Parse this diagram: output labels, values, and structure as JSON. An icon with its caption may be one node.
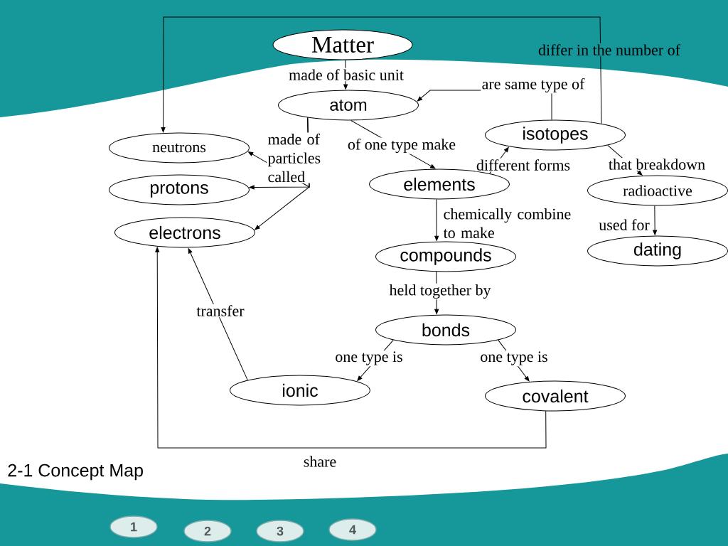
{
  "diagram": {
    "title": "2-1 Concept Map",
    "nodes": [
      {
        "text": [
          "Matter"
        ]
      },
      {
        "text": [
          "atom"
        ]
      },
      {
        "text": [
          "neutrons"
        ]
      },
      {
        "text": [
          "protons"
        ]
      },
      {
        "text": [
          "electrons"
        ]
      },
      {
        "text": [
          "elements"
        ]
      },
      {
        "text": [
          "isotopes"
        ]
      },
      {
        "text": [
          "radioactive"
        ]
      },
      {
        "text": [
          "dating"
        ]
      },
      {
        "text": [
          "compounds"
        ]
      },
      {
        "text": [
          "bonds"
        ]
      },
      {
        "text": [
          "ionic"
        ]
      },
      {
        "text": [
          "covalent"
        ]
      }
    ],
    "edges": [
      {
        "from": 0,
        "to": 1,
        "arrow": "to",
        "label": "made of basic unit"
      },
      {
        "from": 1,
        "to": 2,
        "arrow": "to",
        "label": "made of particles called"
      },
      {
        "from": 1,
        "to": 3,
        "arrow": "to"
      },
      {
        "from": 1,
        "to": 4,
        "arrow": "to"
      },
      {
        "from": 1,
        "to": 5,
        "arrow": "to",
        "label": "of one type make"
      },
      {
        "from": 6,
        "to": 1,
        "arrow": "to",
        "label": "are same type of"
      },
      {
        "from": 6,
        "to": 2,
        "arrow": "to",
        "label": "differ in the number of"
      },
      {
        "from": 5,
        "to": 6,
        "arrow": "to",
        "label": "different forms"
      },
      {
        "from": 6,
        "to": 7,
        "arrow": "to",
        "label": "that breakdown"
      },
      {
        "from": 7,
        "to": 8,
        "arrow": "to",
        "label": "used for"
      },
      {
        "from": 5,
        "to": 9,
        "arrow": "to",
        "label": "chemically combine to make"
      },
      {
        "from": 9,
        "to": 10,
        "arrow": "to",
        "label": "held together by"
      },
      {
        "from": 10,
        "to": 11,
        "arrow": "to",
        "label": "one type is"
      },
      {
        "from": 10,
        "to": 12,
        "arrow": "to",
        "label": "one type is"
      },
      {
        "from": 11,
        "to": 4,
        "arrow": "to",
        "label": "transfer"
      },
      {
        "from": 12,
        "to": 4,
        "arrow": "to",
        "label": "share"
      }
    ],
    "labels": [
      "1",
      "2",
      "3",
      "4"
    ]
  }
}
